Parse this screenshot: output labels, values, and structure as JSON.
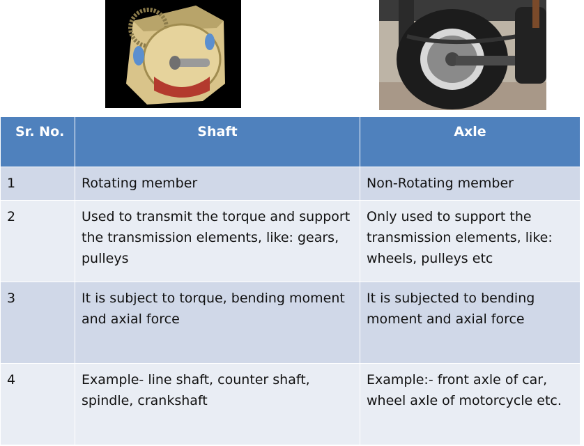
{
  "images": {
    "left": "rotary engine cutaway with output shaft",
    "right": "vehicle wheel with leaf spring and axle"
  },
  "colors": {
    "header_bg": "#4f81bd",
    "row_odd_bg": "#d0d8e8",
    "row_even_bg": "#e9edf4"
  },
  "table": {
    "headers": {
      "sr": "Sr. No.",
      "shaft": "Shaft",
      "axle": "Axle"
    },
    "rows": [
      {
        "sr": "1",
        "shaft": "Rotating member",
        "axle": "Non-Rotating member"
      },
      {
        "sr": "2",
        "shaft": "Used to transmit the torque and support the transmission elements, like: gears, pulleys",
        "axle": "Only used to support the transmission elements, like: wheels, pulleys etc"
      },
      {
        "sr": "3",
        "shaft": "It is subject to torque, bending moment and axial force",
        "axle": "It is subjected to bending moment and axial force"
      },
      {
        "sr": "4",
        "shaft": "Example- line shaft, counter shaft, spindle, crankshaft",
        "axle": "Example:- front axle of car, wheel axle of motorcycle etc."
      }
    ]
  }
}
